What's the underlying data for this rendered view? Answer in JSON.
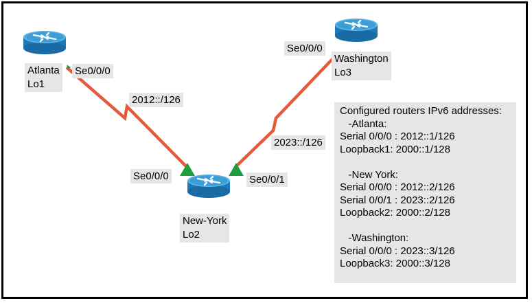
{
  "routers": [
    {
      "name": "Atlanta",
      "loopback": "Lo1"
    },
    {
      "name": "Washington",
      "loopback": "Lo3"
    },
    {
      "name": "New-York",
      "loopback": "Lo2"
    }
  ],
  "interfaces": {
    "atlanta_se": "Se0/0/0",
    "washington_se": "Se0/0/0",
    "newyork_se000": "Se0/0/0",
    "newyork_se001": "Se0/0/1"
  },
  "links": [
    {
      "subnet": "2012::/126"
    },
    {
      "subnet": "2023::/126"
    }
  ],
  "info_box": {
    "lines": [
      "Configured routers IPv6 addresses:",
      "   -Atlanta:",
      "Serial 0/0/0 : 2012::1/126",
      "Loopback1: 2000::1/128",
      "",
      "   -New York:",
      "Serial 0/0/0 : 2012::2/126",
      "Serial 0/0/1 : 2023::2/126",
      "Loopback2: 2000::2/128",
      "",
      "   -Washington:",
      "Serial 0/0/0 : 2023::3/126",
      "Loopback3: 2000::3/128"
    ]
  },
  "colors": {
    "link": "#e55a3d",
    "router_top": "#3d9dd6",
    "router_body": "#1f78b8",
    "status_up": "#1e9e3e",
    "label_bg": "#e6e6e6"
  }
}
